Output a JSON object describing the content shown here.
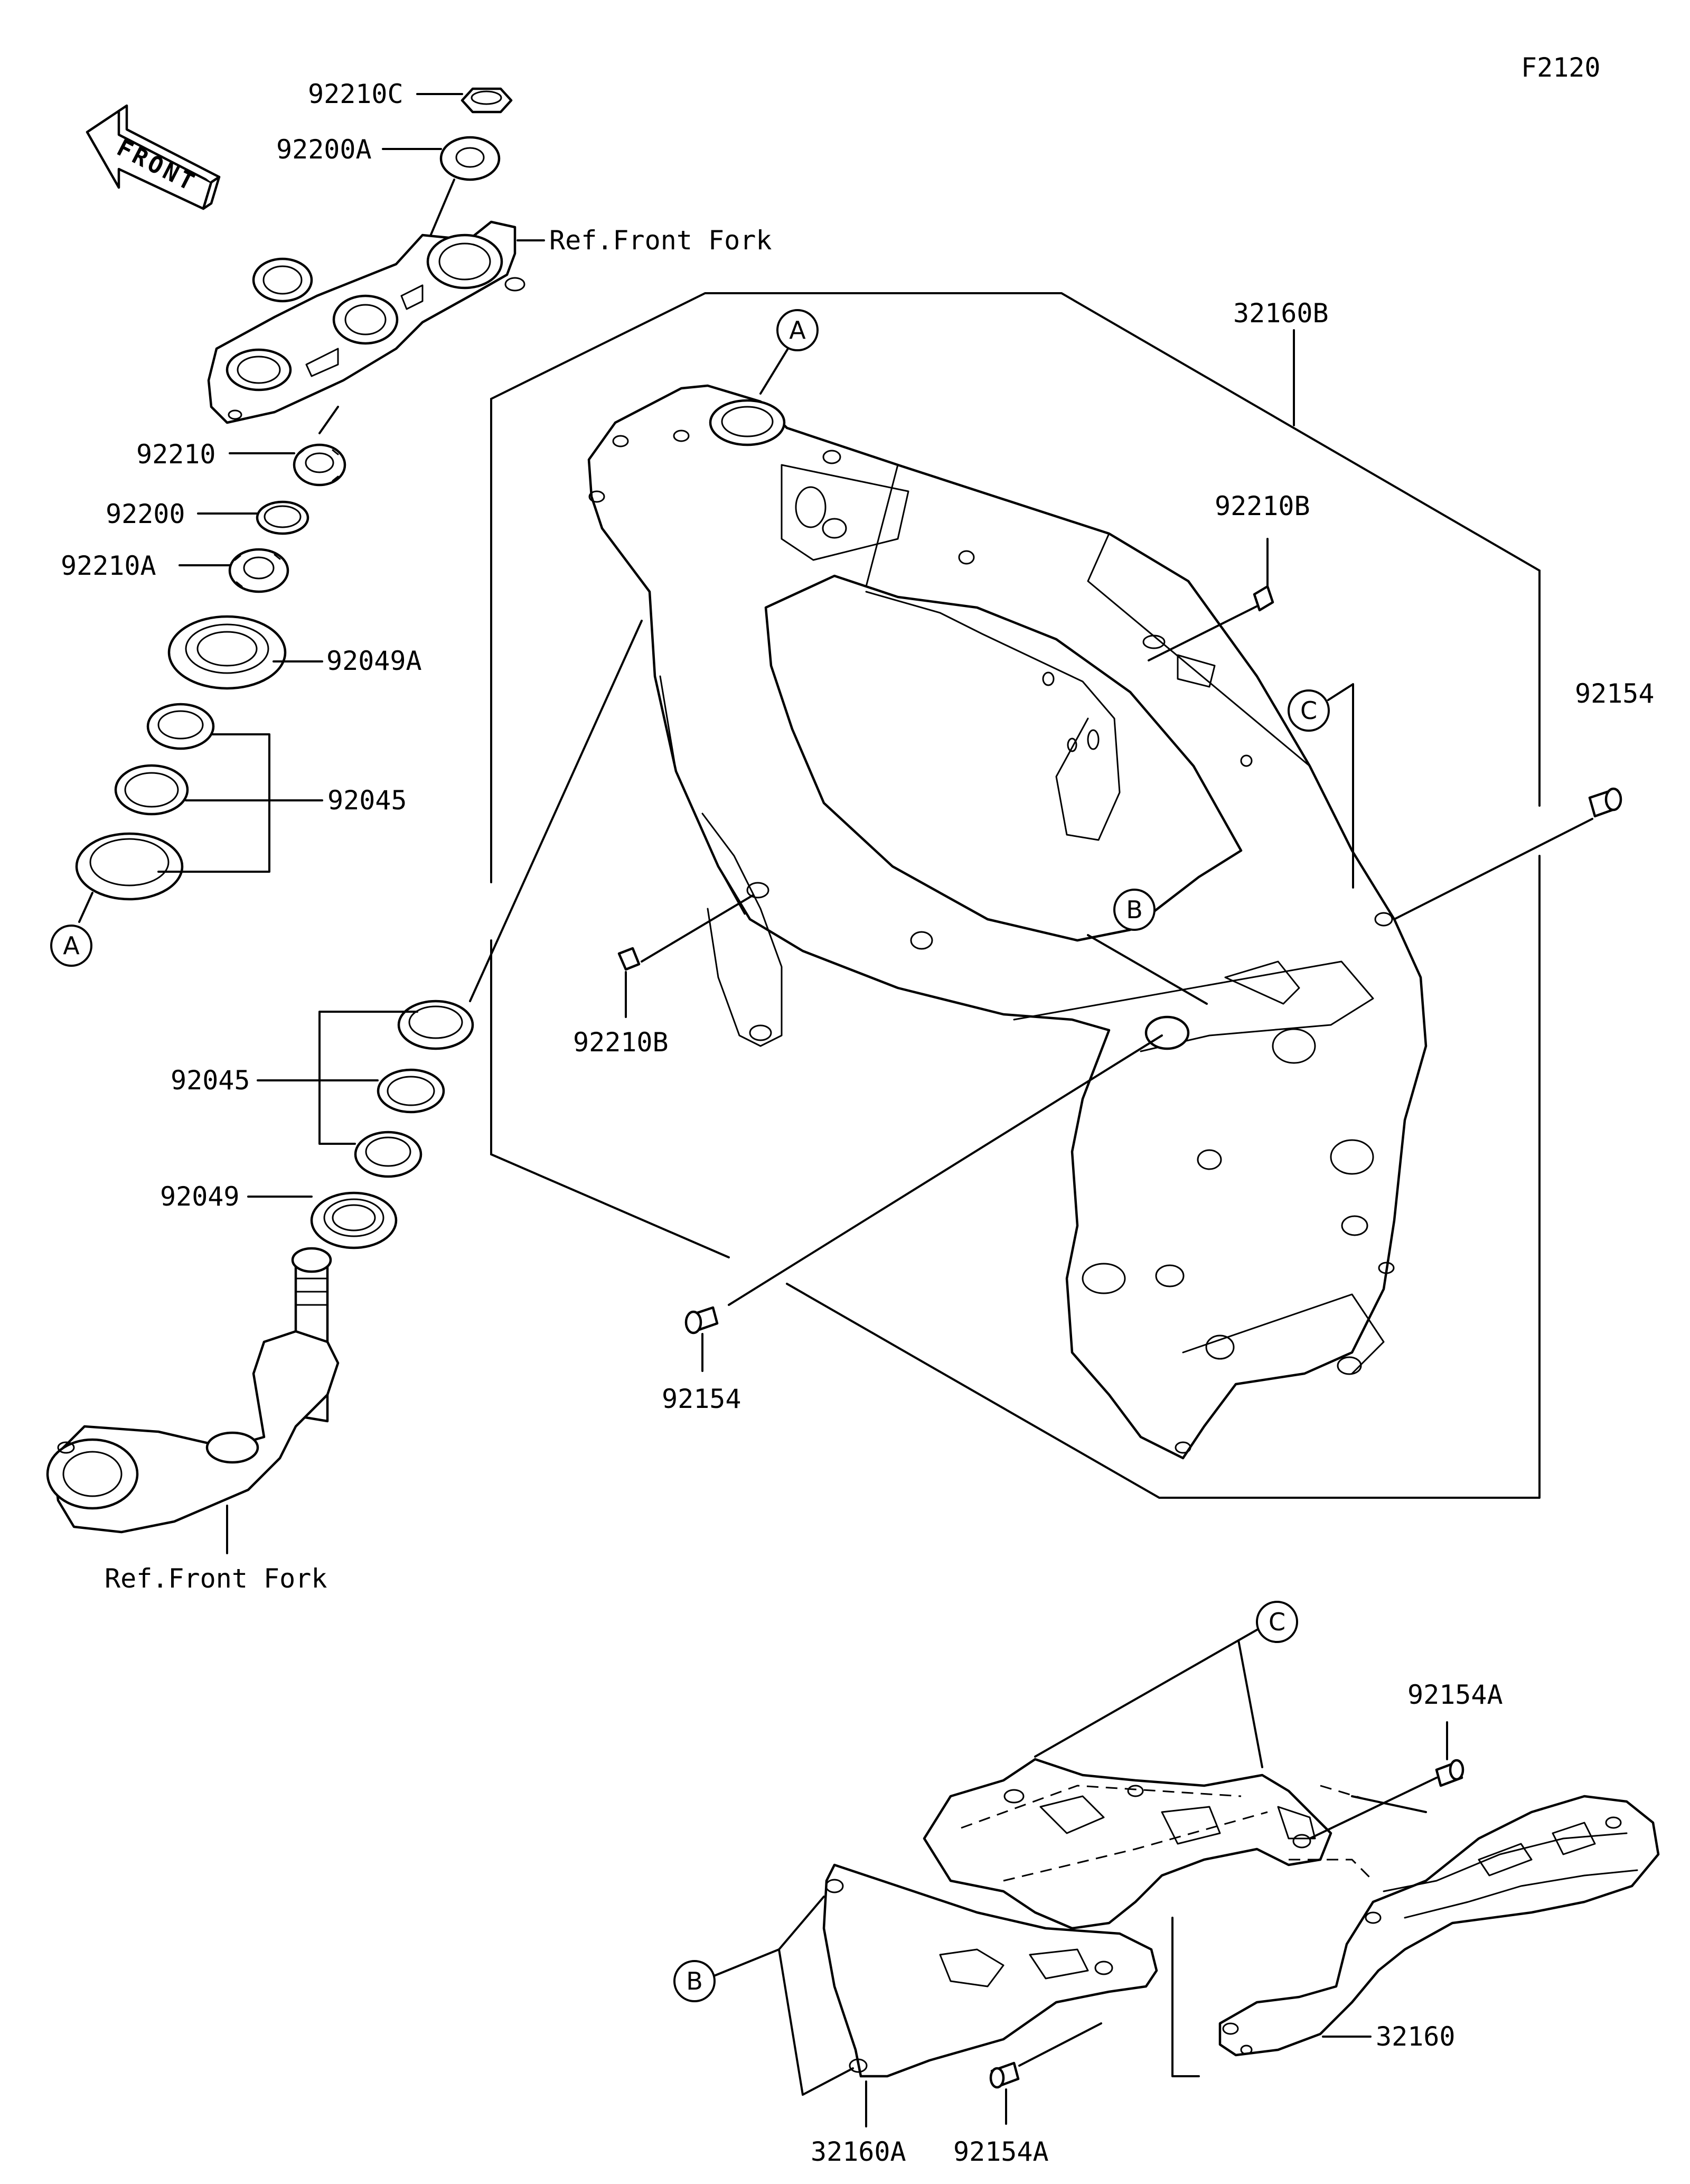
{
  "figure_code": "F2120",
  "front_arrow": {
    "text": "FRONT",
    "icon": "front-direction-arrow-icon"
  },
  "refs": {
    "ref_front_fork_top": "Ref.Front Fork",
    "ref_front_fork_bottom": "Ref.Front Fork"
  },
  "callouts": {
    "a1": "A",
    "a2": "A",
    "b1": "B",
    "b2": "B",
    "c1": "C",
    "c2": "C"
  },
  "parts": {
    "p92210C": "92210C",
    "p92200A": "92200A",
    "p92210": "92210",
    "p92200": "92200",
    "p92210A": "92210A",
    "p92049A": "92049A",
    "p92045_top": "92045",
    "p92045_low": "92045",
    "p92049": "92049",
    "p32160B": "32160B",
    "p92210B_right": "92210B",
    "p92210B_left": "92210B",
    "p92154_right": "92154",
    "p92154_left": "92154",
    "p92154A_right": "92154A",
    "p92154A_bottom": "92154A",
    "p32160": "32160",
    "p32160A": "32160A"
  }
}
